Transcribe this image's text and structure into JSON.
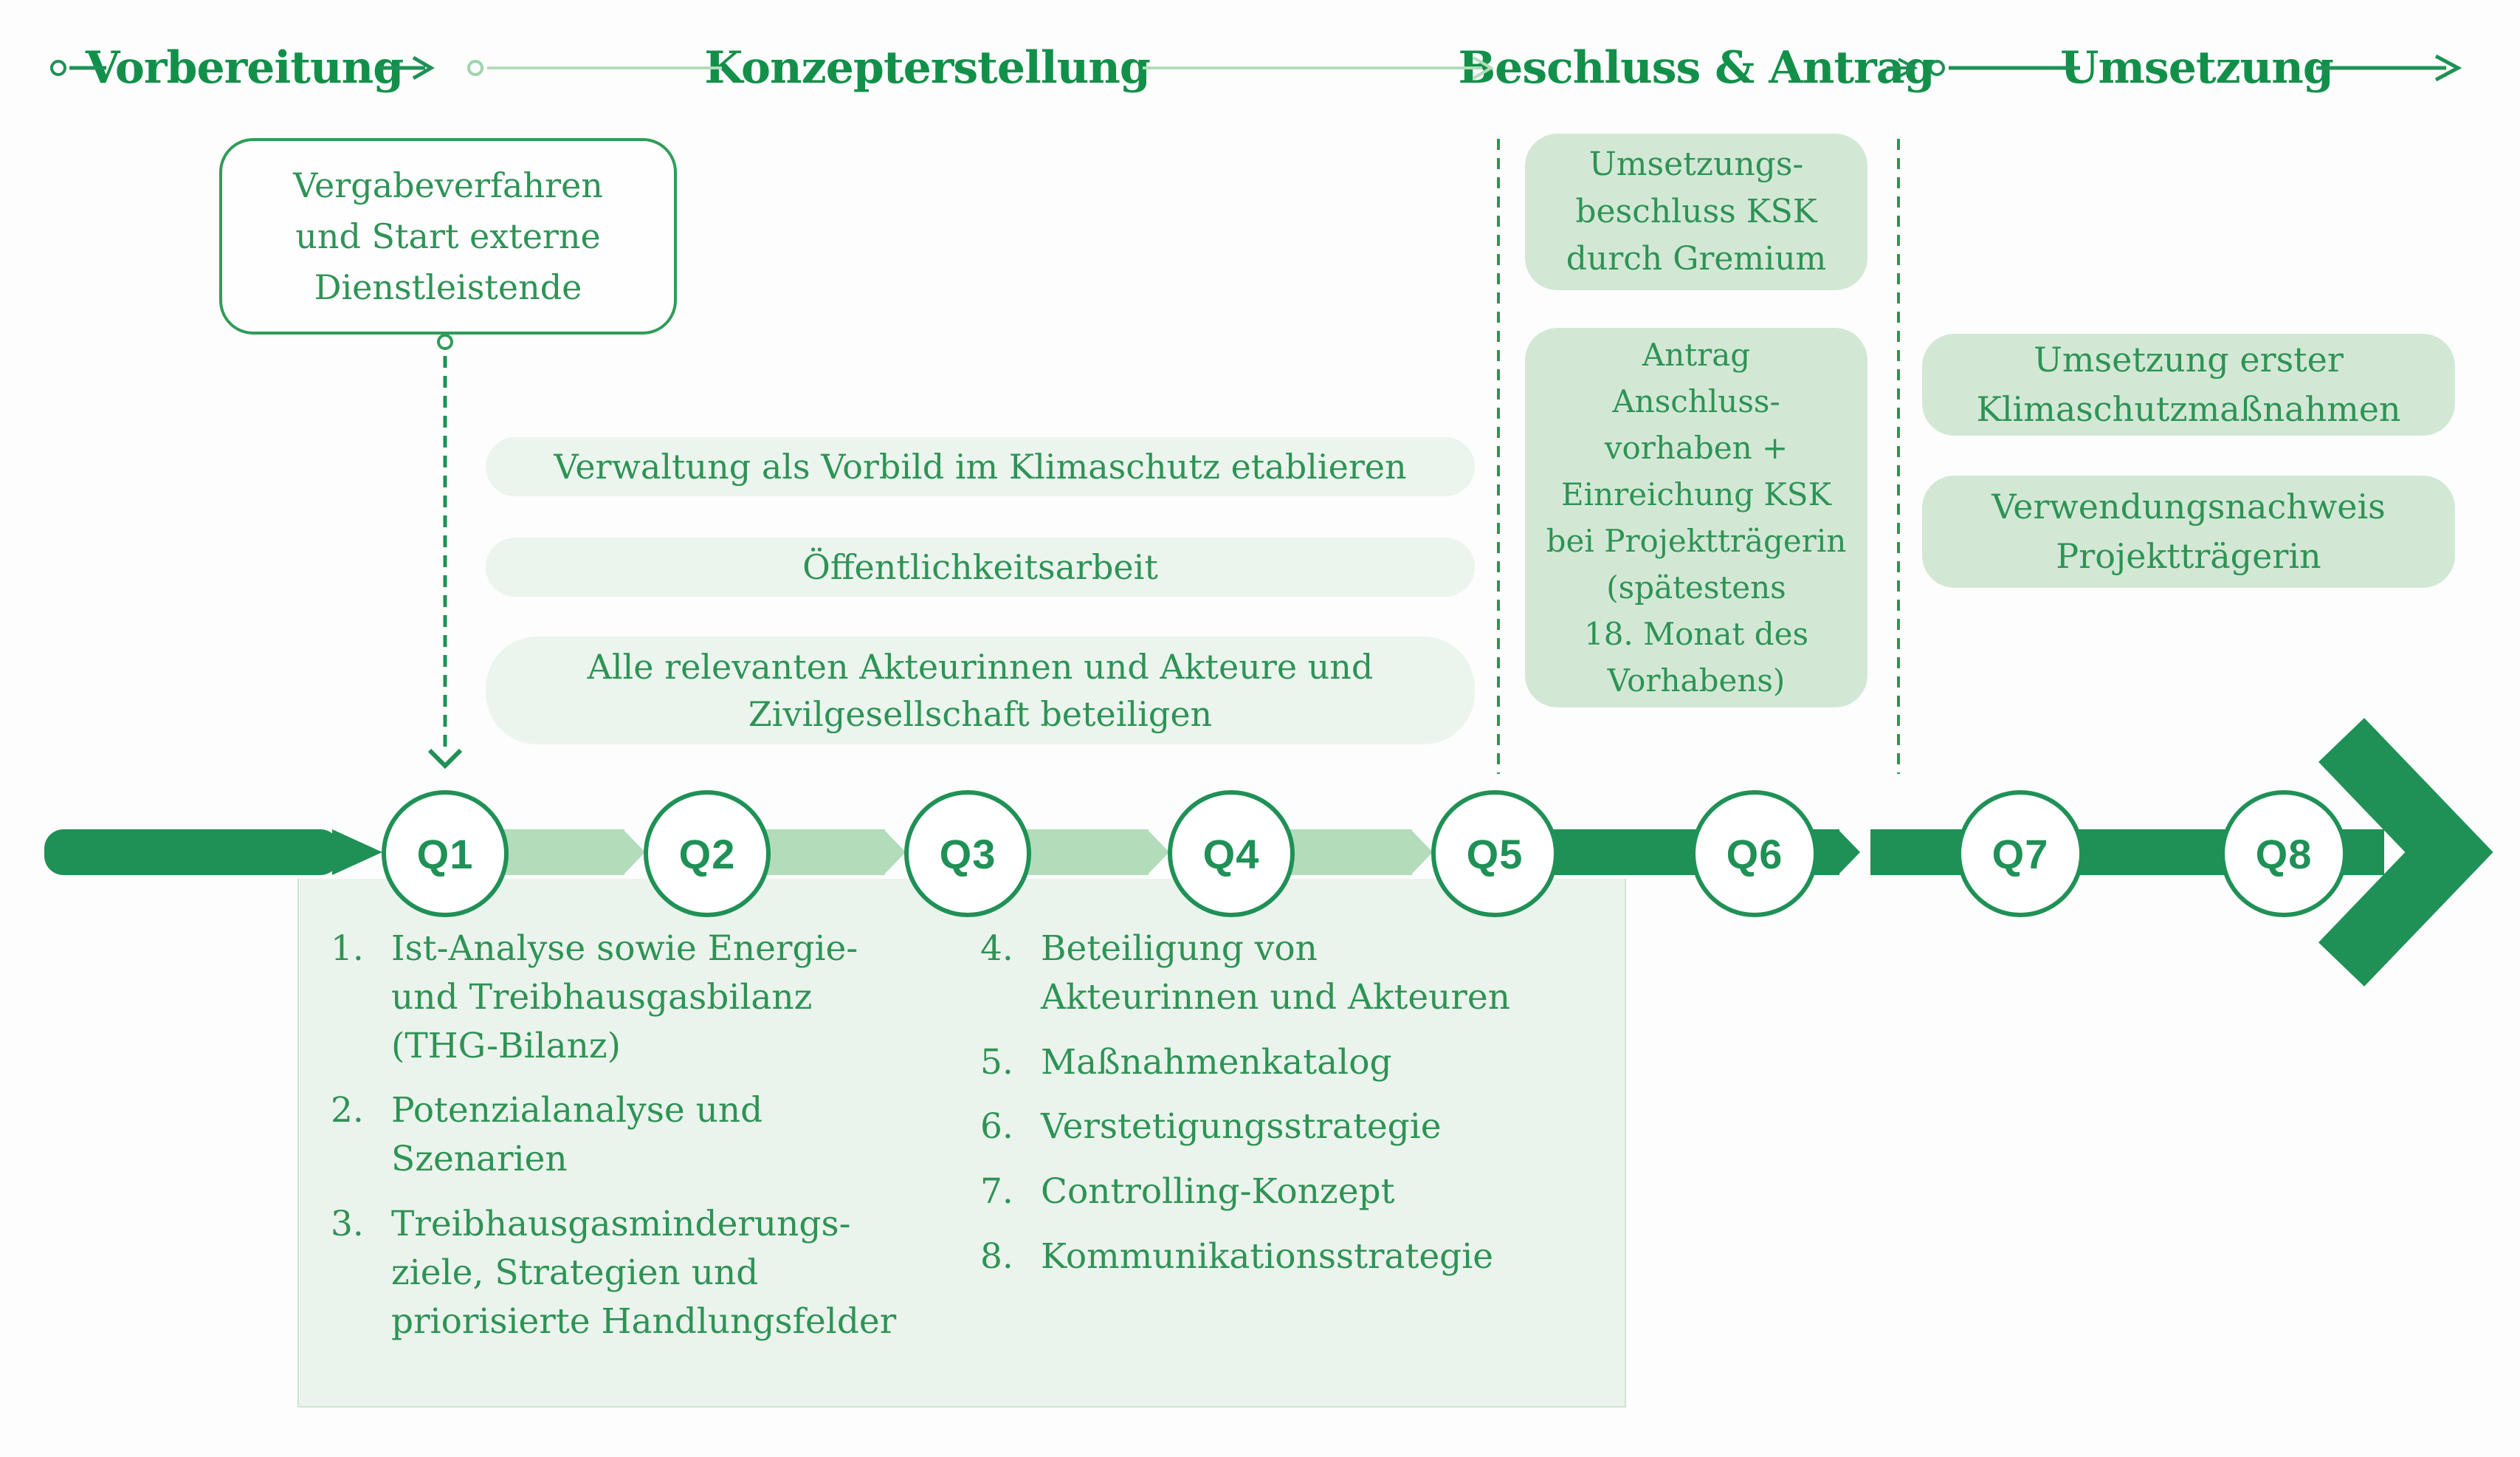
{
  "colors": {
    "dark_green": "#1f9156",
    "mid_green": "#2e9355",
    "header_green": "#12904a",
    "light_segment": "#b3dcba",
    "pill_bg": "#ebf5ee",
    "filled_box_bg": "#d2e8d5",
    "panel_bg": "#eaf4ec",
    "page_bg": "#fcfdfc"
  },
  "header": {
    "phases": [
      {
        "label": "Vorbereitung"
      },
      {
        "label": "Konzepterstellung"
      },
      {
        "label": "Beschluss & Antrag"
      },
      {
        "label": "Umsetzung"
      }
    ]
  },
  "callout": {
    "text": "Vergabeverfahren\nund Start externe\nDienstleistende"
  },
  "activities": {
    "items": [
      {
        "text": "Verwaltung als Vorbild im Klimaschutz etablieren"
      },
      {
        "text": "Öffentlichkeitsarbeit"
      },
      {
        "text": "Alle relevanten Akteurinnen und Akteure und\nZivilgesellschaft beteiligen"
      }
    ]
  },
  "decision": {
    "boxes": [
      {
        "text": "Umsetzungs-\nbeschluss KSK\ndurch Gremium"
      },
      {
        "text": "Antrag\nAnschluss-\nvorhaben +\nEinreichung KSK\nbei Projektträgerin\n(spätestens\n18. Monat des\nVorhabens)"
      }
    ]
  },
  "implementation": {
    "boxes": [
      {
        "text": "Umsetzung erster\nKlimaschutzmaßnahmen"
      },
      {
        "text": "Verwendungsnachweis\nProjektträgerin"
      }
    ]
  },
  "timeline": {
    "quarters": [
      {
        "label": "Q1"
      },
      {
        "label": "Q2"
      },
      {
        "label": "Q3"
      },
      {
        "label": "Q4"
      },
      {
        "label": "Q5"
      },
      {
        "label": "Q6"
      },
      {
        "label": "Q7"
      },
      {
        "label": "Q8"
      }
    ]
  },
  "tasks": {
    "left": [
      {
        "num": "1.",
        "text": "Ist-Analyse sowie Energie-\nund Treibhausgasbilanz\n(THG-Bilanz)"
      },
      {
        "num": "2.",
        "text": "Potenzialanalyse und\nSzenarien"
      },
      {
        "num": "3.",
        "text": "Treibhausgasminderungs-\nziele, Strategien und\npriorisierte Handlungsfelder"
      }
    ],
    "right": [
      {
        "num": "4.",
        "text": "Beteiligung von\nAkteurinnen und Akteuren"
      },
      {
        "num": "5.",
        "text": "Maßnahmenkatalog"
      },
      {
        "num": "6.",
        "text": "Verstetigungsstrategie"
      },
      {
        "num": "7.",
        "text": "Controlling-Konzept"
      },
      {
        "num": "8.",
        "text": "Kommunikationsstrategie"
      }
    ]
  }
}
